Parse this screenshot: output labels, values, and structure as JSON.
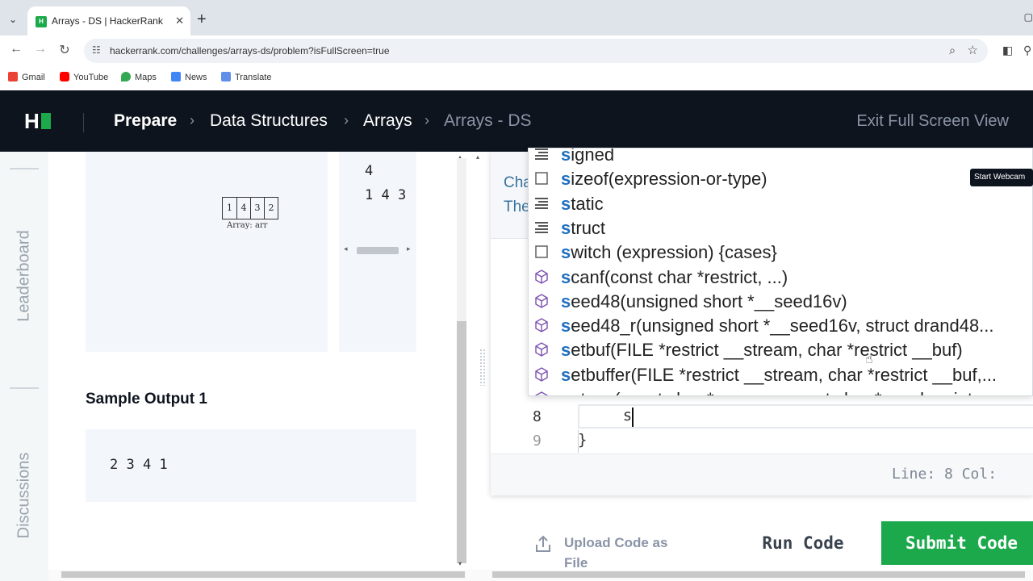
{
  "browser": {
    "tab_title": "Arrays - DS | HackerRank",
    "favicon_text": "H",
    "url": "hackerrank.com/challenges/arrays-ds/problem?isFullScreen=true",
    "bookmarks": [
      "Gmail",
      "YouTube",
      "Maps",
      "News",
      "Translate"
    ]
  },
  "header": {
    "logo": "H",
    "crumbs": [
      "Prepare",
      "Data Structures",
      "Arrays",
      "Arrays - DS"
    ],
    "exit_label": "Exit Full Screen View"
  },
  "leftnav": {
    "leaderboard": "Leaderboard",
    "discussions": "Discussions"
  },
  "problem": {
    "array_cells": [
      "1",
      "4",
      "3",
      "2"
    ],
    "array_caption": "Array: arr",
    "sample_input_lines": [
      "4",
      "1 4 3"
    ],
    "sample_output_title": "Sample Output 1",
    "sample_output_value": "2 3 4 1"
  },
  "editor": {
    "change_line1": "Cha",
    "change_line2": "The",
    "webcam_label": "Start Webcam",
    "line_8": "8",
    "line_9": "9",
    "line_8_code": "    s",
    "line_9_code": "}",
    "status": "Line: 8 Col:",
    "suggestions": [
      {
        "icon": "keyword",
        "head": "s",
        "rest": "igned"
      },
      {
        "icon": "snippet",
        "head": "s",
        "rest": "izeof(expression-or-type)"
      },
      {
        "icon": "keyword",
        "head": "s",
        "rest": "tatic"
      },
      {
        "icon": "keyword",
        "head": "s",
        "rest": "truct"
      },
      {
        "icon": "snippet",
        "head": "s",
        "rest": "witch (expression) {cases}"
      },
      {
        "icon": "function",
        "head": "s",
        "rest": "canf(const char *restrict, ...)"
      },
      {
        "icon": "function",
        "head": "s",
        "rest": "eed48(unsigned short *__seed16v)"
      },
      {
        "icon": "function",
        "head": "s",
        "rest": "eed48_r(unsigned short *__seed16v, struct drand48..."
      },
      {
        "icon": "function",
        "head": "s",
        "rest": "etbuf(FILE *restrict __stream, char *restrict __buf)"
      },
      {
        "icon": "function",
        "head": "s",
        "rest": "etbuffer(FILE *restrict __stream, char *restrict __buf,..."
      },
      {
        "icon": "function",
        "head": "s",
        "rest": "etenv(const char *__name, const char *__value, int"
      }
    ]
  },
  "actions": {
    "upload_label": "Upload Code as File",
    "run_label": "Run Code",
    "submit_label": "Submit Code"
  },
  "colors": {
    "brand_green": "#1ba94c",
    "header_bg": "#0e141e",
    "match_blue": "#1f6fbf",
    "function_icon": "#7b4fb0"
  }
}
